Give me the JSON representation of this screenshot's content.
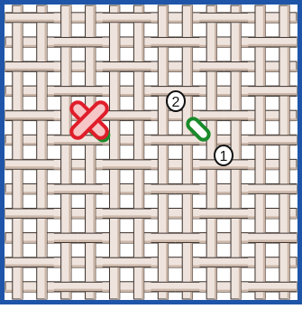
{
  "colors": {
    "background": "#ffffff",
    "board_border": "#1f55a8",
    "strip_fill": "#efe4dd",
    "strip_shadow": "#cbb6a8",
    "strip_outline": "#3a302b",
    "hole": "#ffffff",
    "marker_green_fill": "#ffffff",
    "marker_green_stroke": "#1a8a2a",
    "marker_red_fill": "#f6c5c5",
    "marker_red_stroke": "#e01d2a",
    "label_fill": "#ffffff",
    "label_stroke": "#111111"
  },
  "board": {
    "columns": 12,
    "rows": 12,
    "weave": "basket"
  },
  "labels": [
    {
      "id": "two",
      "text": "2"
    },
    {
      "id": "one",
      "text": "1"
    }
  ],
  "markers": [
    {
      "id": "green-pill-right",
      "kind": "pill",
      "color": "green"
    },
    {
      "id": "green-pill-left",
      "kind": "pill",
      "color": "green"
    },
    {
      "id": "red-cross",
      "kind": "cross",
      "color": "red"
    }
  ]
}
